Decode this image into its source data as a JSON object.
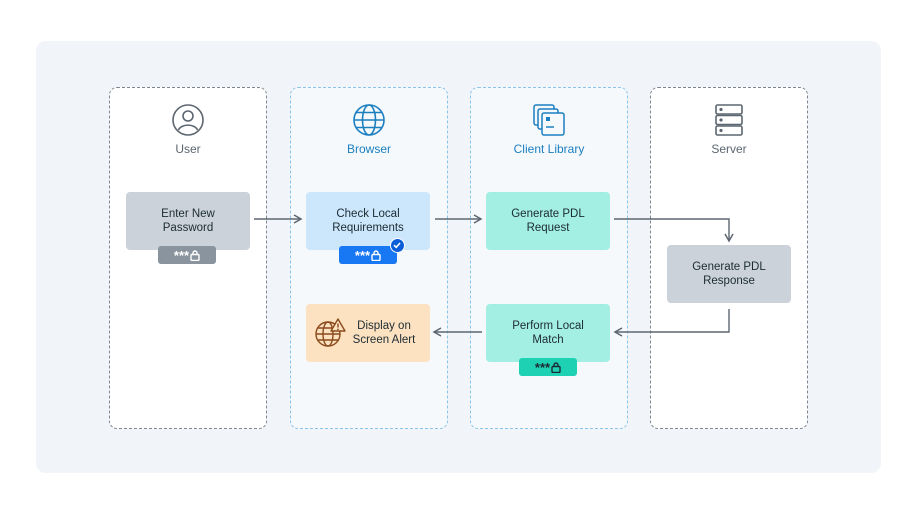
{
  "lanes": {
    "user": {
      "label": "User",
      "icon": "user-icon"
    },
    "browser": {
      "label": "Browser",
      "icon": "globe-icon"
    },
    "client_library": {
      "label": "Client Library",
      "icon": "library-stack-icon"
    },
    "server": {
      "label": "Server",
      "icon": "server-icon"
    }
  },
  "steps": {
    "enter_password": {
      "line1": "Enter New",
      "line2": "Password"
    },
    "check_requirements": {
      "line1": "Check Local",
      "line2": "Requirements"
    },
    "generate_request": {
      "line1": "Generate PDL",
      "line2": "Request"
    },
    "generate_response": {
      "line1": "Generate PDL",
      "line2": "Response"
    },
    "local_match": {
      "line1": "Perform Local",
      "line2": "Match"
    },
    "display_alert": {
      "line1": "Display on",
      "line2": "Screen Alert"
    }
  },
  "badges": {
    "masked_password": "***"
  },
  "colors": {
    "gray_box": "#cbd2d9",
    "blue_box": "#cce7fb",
    "teal_box": "#a4efe3",
    "orange_box": "#fde2c1",
    "accent_blue": "#1877f2",
    "accent_teal": "#1fd1b3",
    "arrow": "#5d6670"
  }
}
